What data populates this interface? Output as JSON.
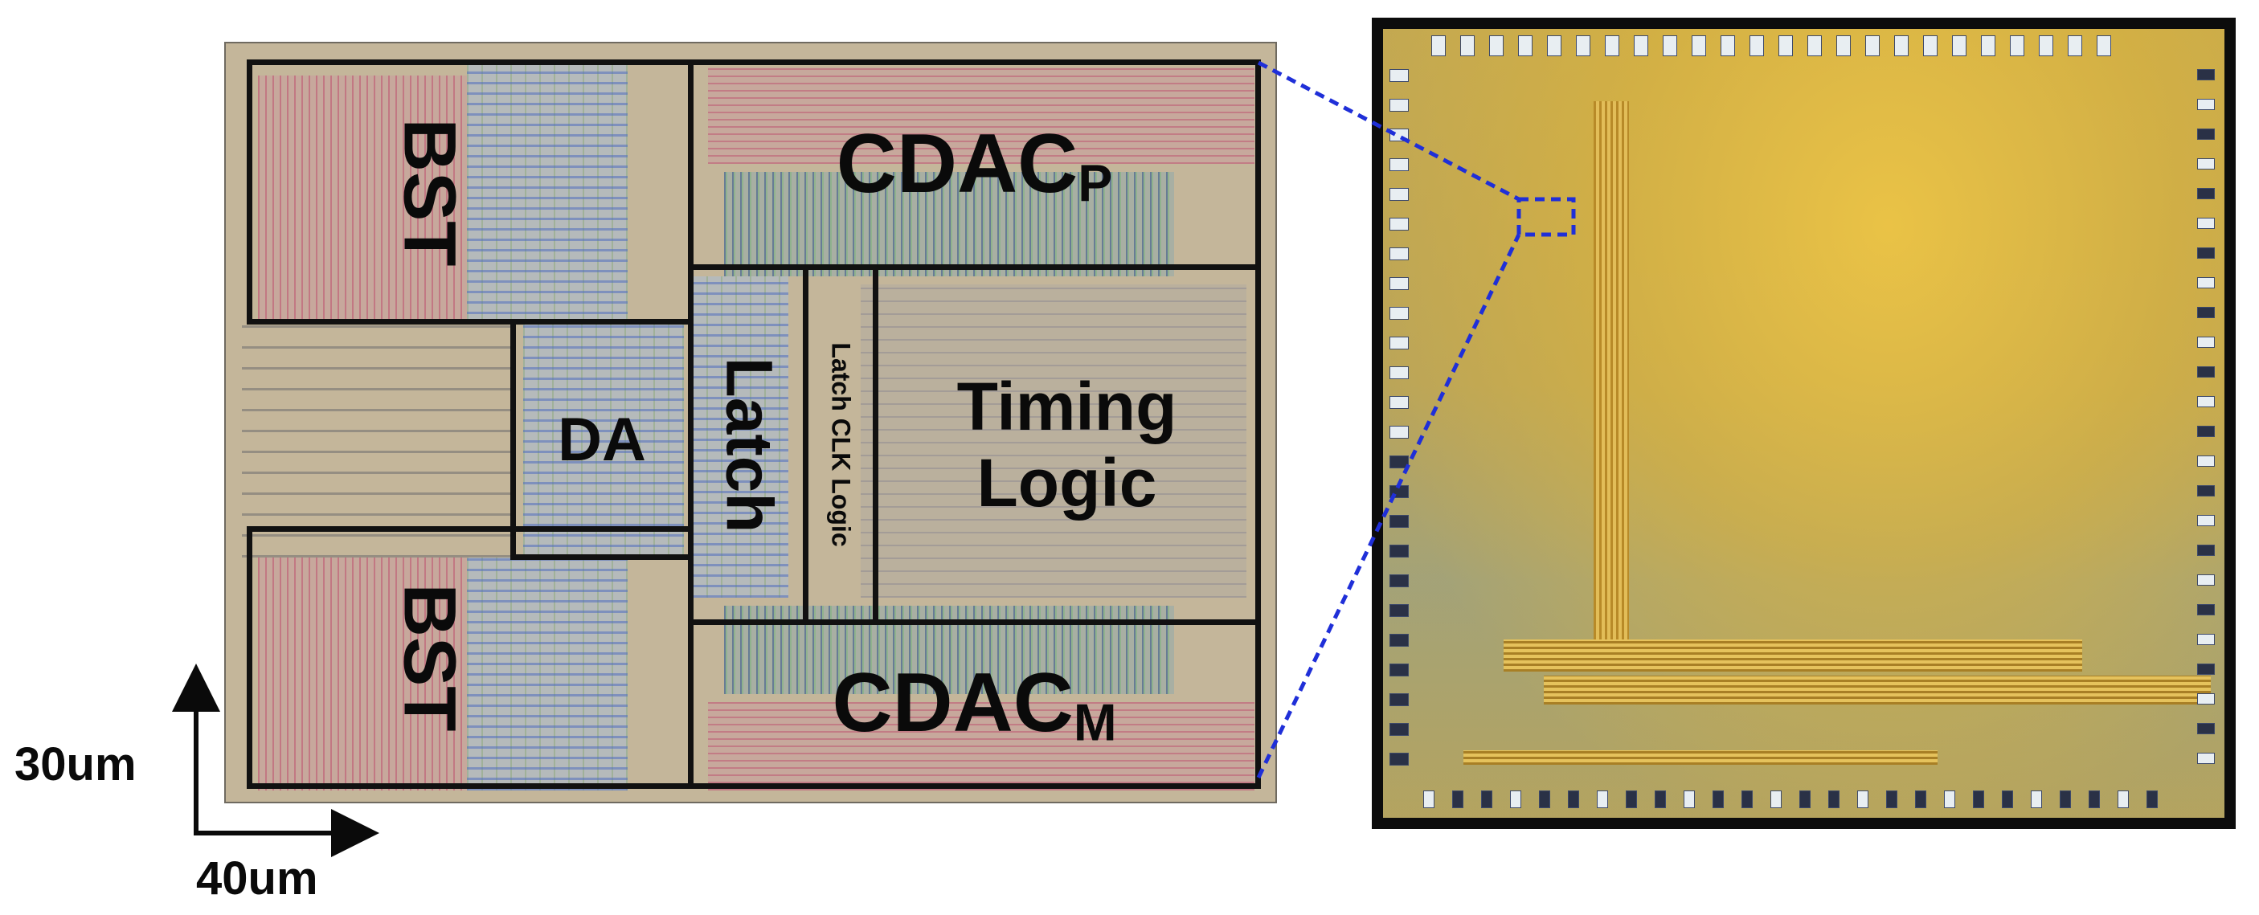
{
  "layout": {
    "blocks": {
      "bst_top": "BST",
      "bst_bottom": "BST",
      "cdac_p_main": "CDAC",
      "cdac_p_sub": "P",
      "cdac_m_main": "CDAC",
      "cdac_m_sub": "M",
      "da": "DA",
      "latch": "Latch",
      "latch_clk_logic": "Latch CLK Logic",
      "timing_logic_line1": "Timing",
      "timing_logic_line2": "Logic"
    }
  },
  "scale_bar": {
    "vertical_label": "30um",
    "horizontal_label": "40um"
  },
  "colors": {
    "block_border": "#111111",
    "zoom_indicator": "#1f2fd8",
    "die_gold": "#d4b24a"
  }
}
